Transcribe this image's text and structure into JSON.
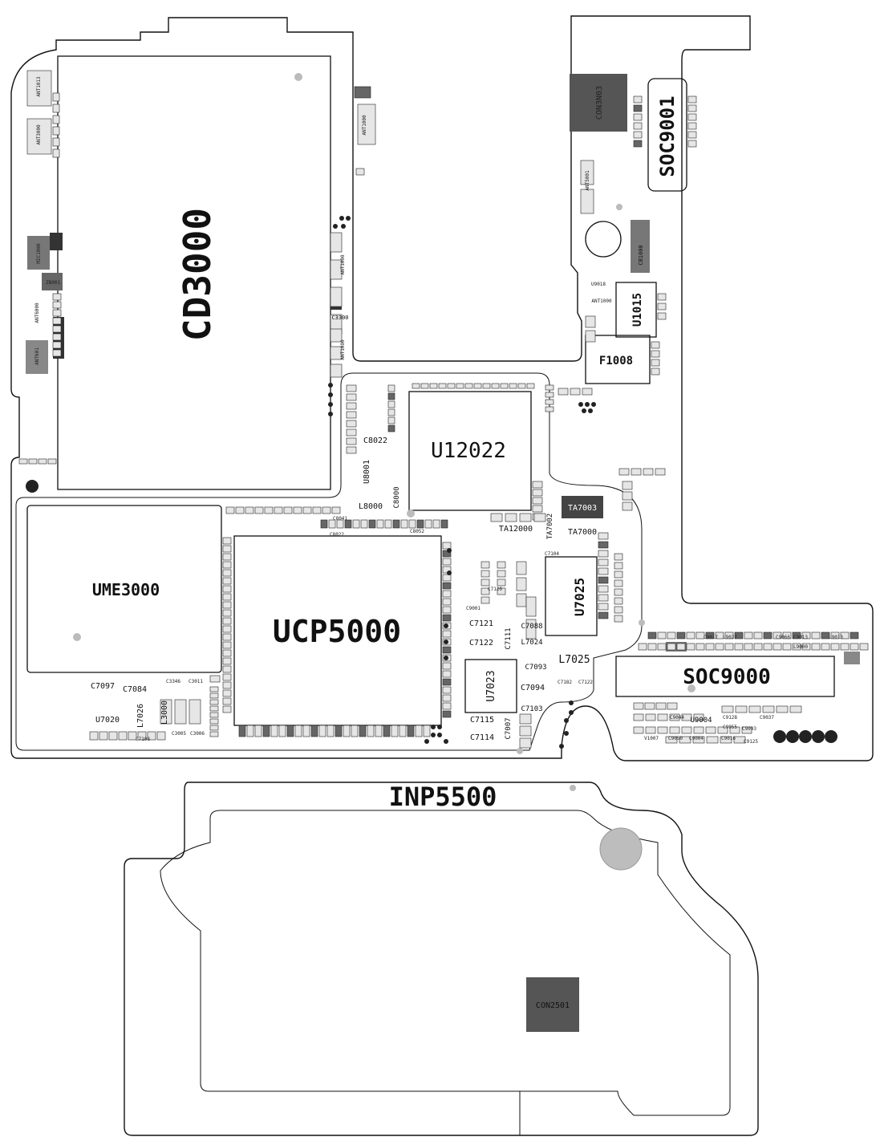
{
  "colors": {
    "outline": "#111111",
    "pad": "#dcdcdc",
    "dark_part": "#555555",
    "mid_part": "#7a7a7a",
    "hole": "#bdbdbd",
    "via": "#333333"
  },
  "big_labels": {
    "cd3000": "CD3000",
    "ume3000": "UME3000",
    "ucp5000": "UCP5000",
    "u12022": "U12022",
    "soc9000": "SOC9000",
    "soc9001": "SOC9001",
    "inp5500": "INP5500",
    "con3n03": "CON3N03",
    "con2501": "CON2501",
    "f1008": "F1008",
    "u1015": "U1015",
    "u7025": "U7025",
    "l7025": "L7025",
    "u7023": "U7023",
    "c7097": "C7097",
    "c7084": "C7084",
    "u7020": "U7020",
    "l7026": "L7026",
    "l3000": "L3000",
    "c7094": "C7094",
    "c7093": "C7093",
    "c7115": "C7115",
    "c7114": "C7114",
    "c7007": "C7007",
    "c7121": "C7121",
    "c7122": "C7122",
    "c7111": "C7111",
    "l7024": "L7024",
    "c7088": "C7088",
    "c7103": "C7103",
    "ta7003": "TA7003",
    "ta7000": "TA7000",
    "ta7002": "TA7002",
    "ta12000": "TA12000",
    "c8022": "C8022",
    "u8001": "U8001",
    "l8000": "L8000",
    "c8000": "C8000",
    "u9004": "U9004",
    "c3300": "C3300",
    "cb1000": "CB1000"
  },
  "small_labels": {
    "ant1013": "ANT1013",
    "ant3000": "ANT3000",
    "ant1000a": "ANT1000",
    "ant1000b": "ANT1000",
    "ant1000c": "ANT1000",
    "ant1000d": "ANT1000",
    "ant5001": "ANT5001",
    "ant6000": "ANT6000",
    "ant601": "ANT601",
    "mic1000": "MIC1000",
    "zb001": "ZB001",
    "u9018": "U9018",
    "c3346": "C3346",
    "c3011": "C3011",
    "c3005": "C3005",
    "c3006": "C3006",
    "c7108": "C7108",
    "c7182": "C7182",
    "c7122b": "C7122",
    "c9001": "C9001",
    "c7120": "C7120",
    "c7104": "C7104",
    "c7112": "C7112",
    "c9128": "C9128",
    "c9125": "C9125",
    "c9055": "C9055",
    "c9004": "C9004",
    "c9050": "C9050",
    "c9016": "C9016",
    "c9037": "C9037",
    "c9093": "C9093",
    "v1007": "V1007",
    "c8022b": "C8022",
    "c8052": "C8052",
    "c8041": "C8041",
    "c9044": "C9044",
    "l9027": "L9027",
    "c9017": "C9017",
    "l9013": "L9013",
    "c9013": "C9013",
    "c9066": "C9066",
    "l9000": "L9000"
  }
}
